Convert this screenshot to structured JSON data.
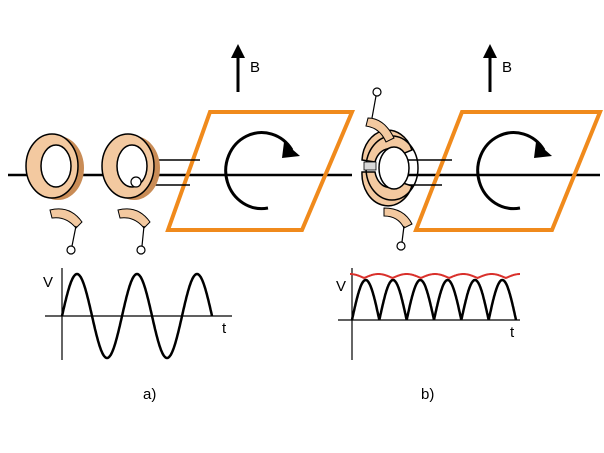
{
  "panels": [
    {
      "caption": "a)",
      "field_label": "B",
      "y_axis_label": "V",
      "x_axis_label": "t",
      "waveform": "sine",
      "commutator": "slip-rings"
    },
    {
      "caption": "b)",
      "field_label": "B",
      "y_axis_label": "V",
      "x_axis_label": "t",
      "waveform": "rectified-sine",
      "commutator": "split-ring"
    }
  ],
  "colors": {
    "loop": "#f08a1c",
    "ring_fill": "#f3c9a0",
    "ring_shadow": "#c98c56",
    "ripple": "#d9302b",
    "ink": "#000000"
  }
}
